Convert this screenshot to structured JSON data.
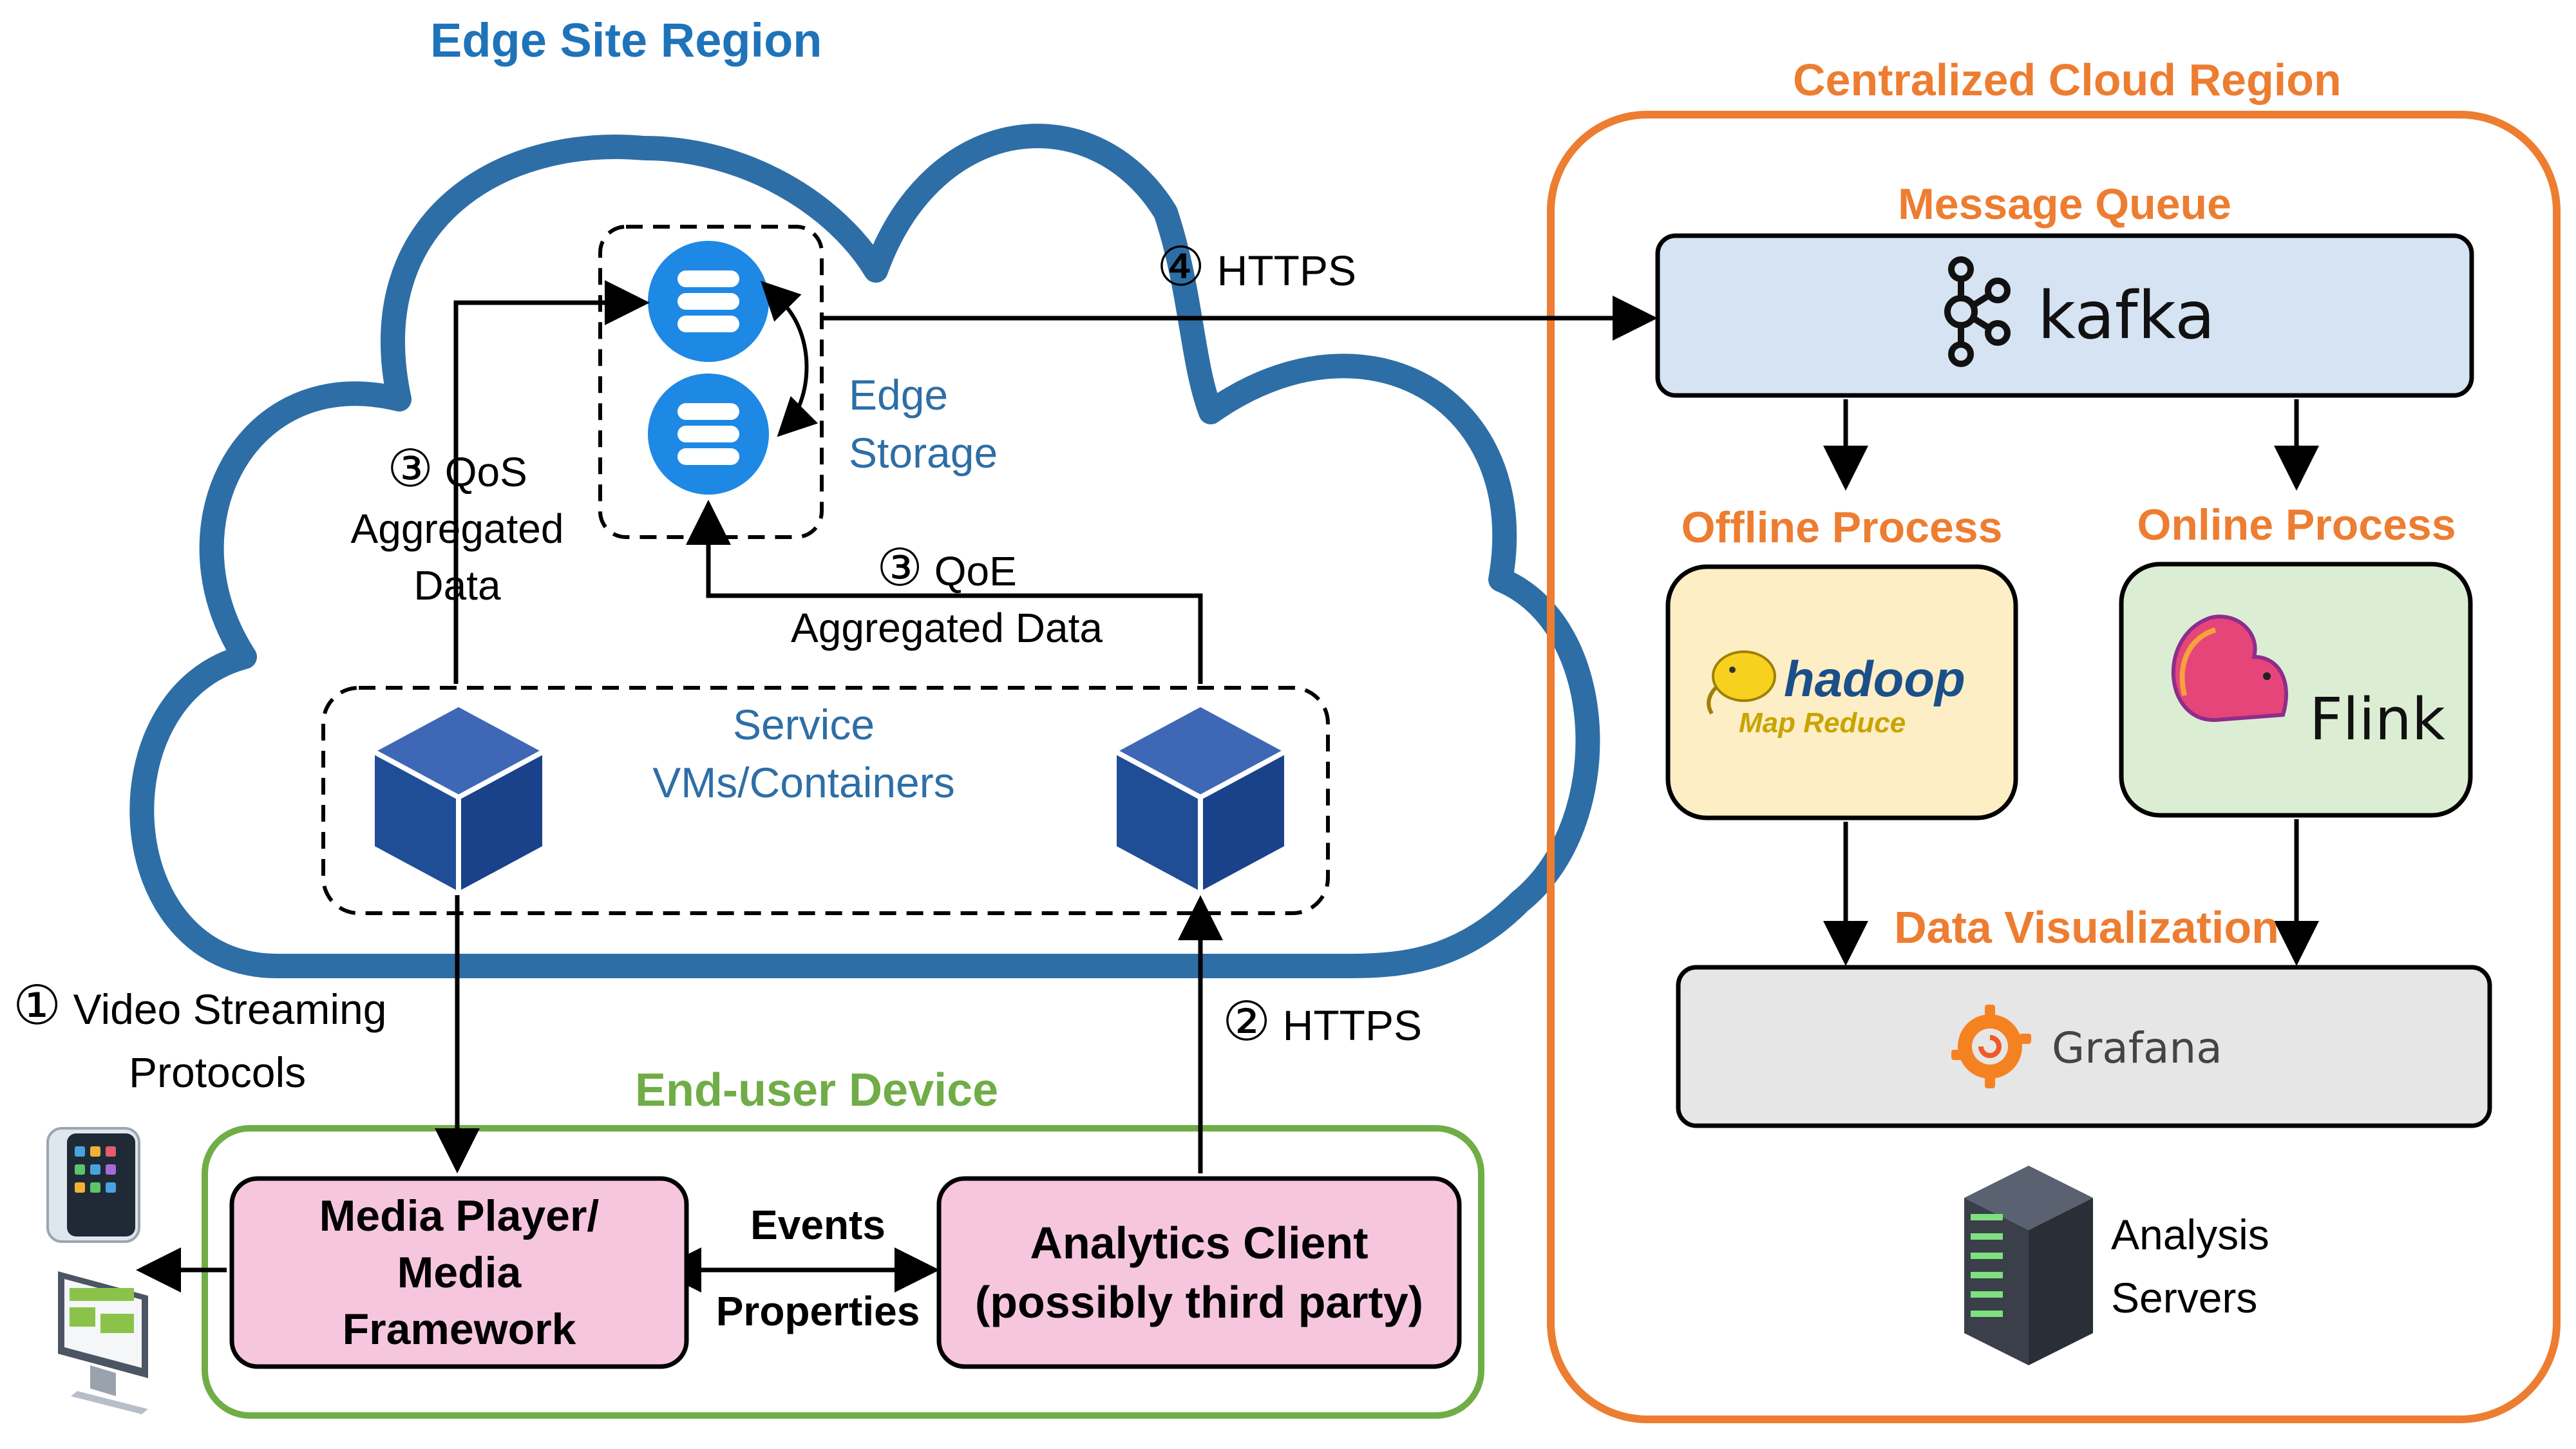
{
  "regions": {
    "edge_title": "Edge Site Region",
    "cloud_title": "Centralized Cloud Region",
    "enduser_title": "End-user Device"
  },
  "edge": {
    "storage_line1": "Edge",
    "storage_line2": "Storage",
    "service_line1": "Service",
    "service_line2": "VMs/Containers",
    "qos_step": "③",
    "qos_line1": "QoS",
    "qos_line2": "Aggregated",
    "qos_line3": "Data",
    "qoe_step": "③",
    "qoe_line1": "QoE",
    "qoe_line2": "Aggregated Data"
  },
  "arrows": {
    "https4_step": "④",
    "https4_label": "HTTPS",
    "https2_step": "②",
    "https2_label": "HTTPS",
    "video_step": "①",
    "video_line1": "Video Streaming",
    "video_line2": "Protocols",
    "events_label": "Events",
    "properties_label": "Properties"
  },
  "cloud": {
    "message_queue_title": "Message Queue",
    "kafka_label": "kafka",
    "offline_title": "Offline Process",
    "online_title": "Online Process",
    "hadoop_label": "hadoop",
    "mapreduce_label": "Map Reduce",
    "flink_label": "Flink",
    "dataviz_title": "Data Visualization",
    "grafana_label": "Grafana",
    "analysis_line1": "Analysis",
    "analysis_line2": "Servers"
  },
  "device": {
    "media_player_line1": "Media Player/",
    "media_player_line2": "Media",
    "media_player_line3": "Framework",
    "analytics_line1": "Analytics Client",
    "analytics_line2": "(possibly third party)"
  },
  "colors": {
    "cloud_outline": "#2e6ea6",
    "cube_blue": "#1f4e96",
    "db_blue": "#1e88e5",
    "orange": "#ed7d31",
    "green": "#70ad47",
    "kafka_bg": "#d5e3f3",
    "hadoop_bg": "#fdeec5",
    "flink_bg": "#dbeed3",
    "grafana_bg": "#e6e6e6",
    "pink": "#f6c6df"
  }
}
